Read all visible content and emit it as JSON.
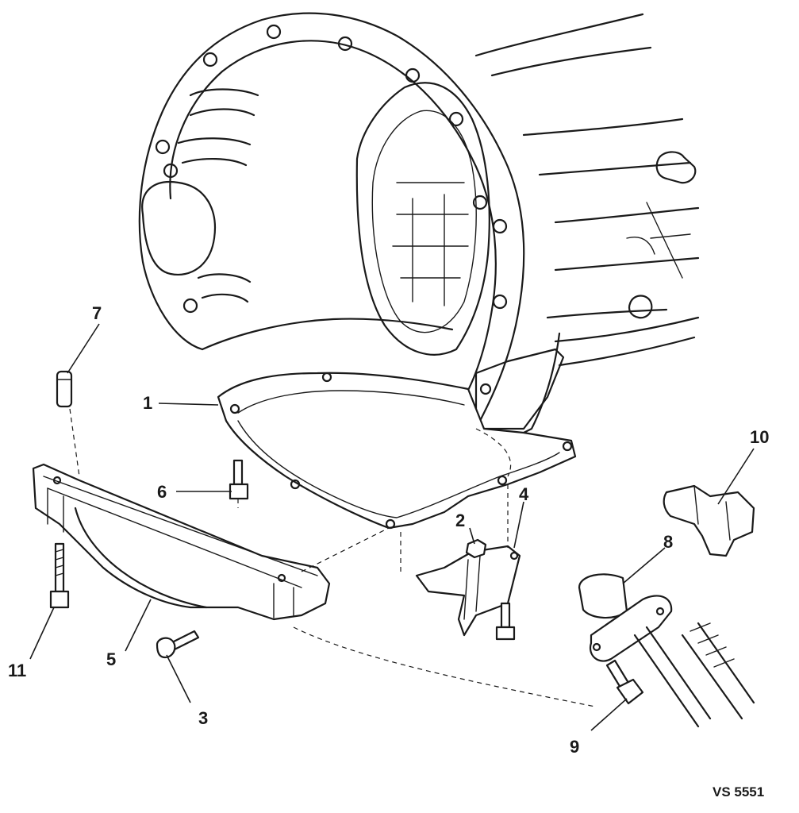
{
  "diagram": {
    "reference_code": "VS 5551",
    "callouts": [
      {
        "id": "1",
        "label": "1"
      },
      {
        "id": "2",
        "label": "2"
      },
      {
        "id": "3",
        "label": "3"
      },
      {
        "id": "4",
        "label": "4"
      },
      {
        "id": "5",
        "label": "5"
      },
      {
        "id": "6",
        "label": "6"
      },
      {
        "id": "7",
        "label": "7"
      },
      {
        "id": "8",
        "label": "8"
      },
      {
        "id": "9",
        "label": "9"
      },
      {
        "id": "10",
        "label": "10"
      },
      {
        "id": "11",
        "label": "11"
      }
    ],
    "line_color": "#1a1a1a",
    "background": "#ffffff"
  }
}
